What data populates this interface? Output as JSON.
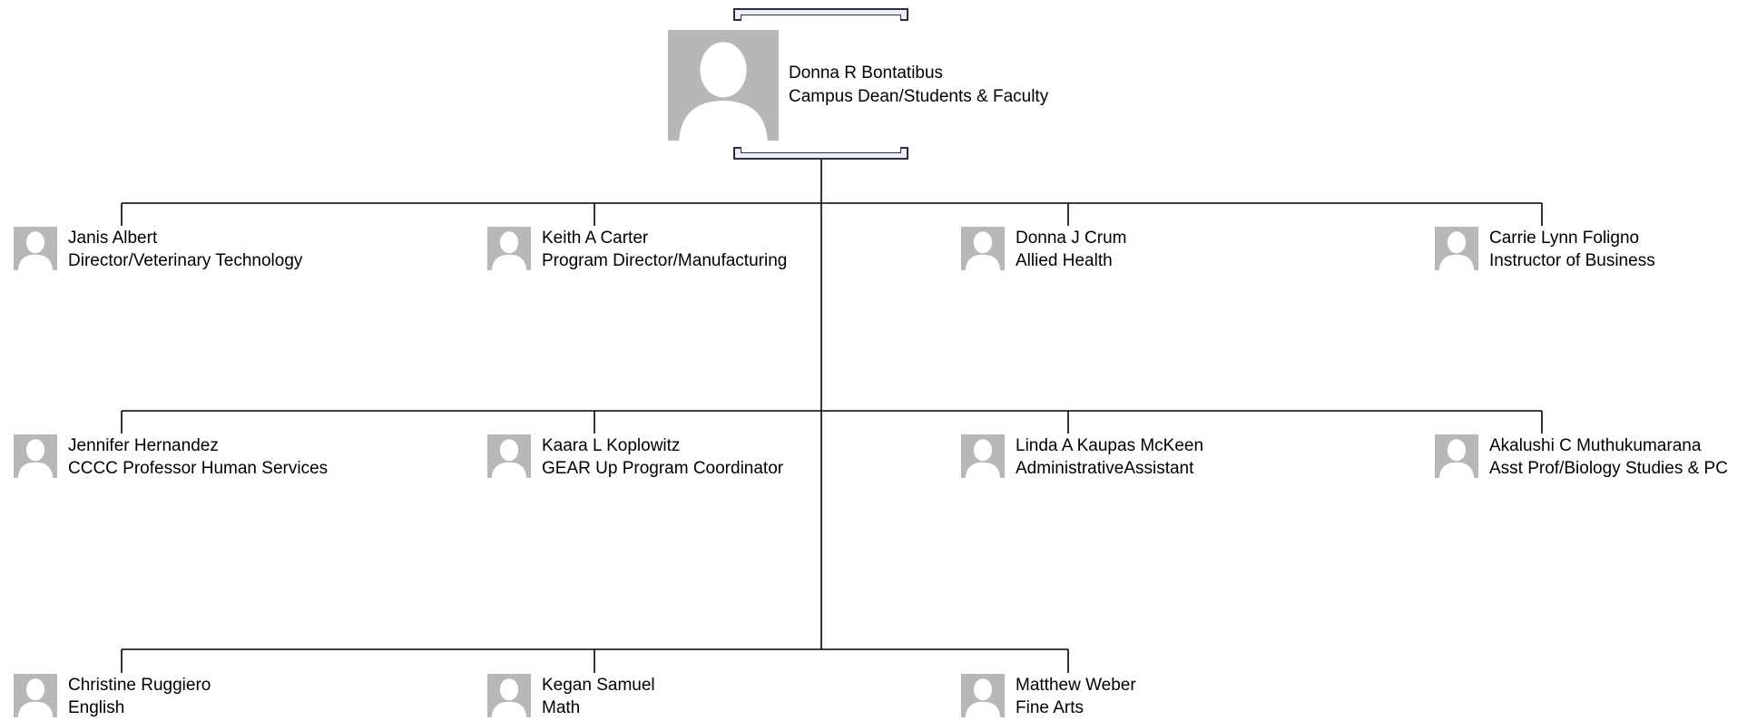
{
  "root": {
    "name": "Donna R Bontatibus",
    "title": "Campus Dean/Students & Faculty"
  },
  "reports": [
    {
      "name": "Janis Albert",
      "title": "Director/Veterinary Technology"
    },
    {
      "name": "Keith A Carter",
      "title": "Program Director/Manufacturing"
    },
    {
      "name": "Donna J Crum",
      "title": "Allied Health"
    },
    {
      "name": "Carrie Lynn Foligno",
      "title": "Instructor of Business"
    },
    {
      "name": "Jennifer Hernandez",
      "title": "CCCC Professor Human Services"
    },
    {
      "name": "Kaara L Koplowitz",
      "title": "GEAR Up Program Coordinator"
    },
    {
      "name": "Linda A Kaupas McKeen",
      "title": "AdministrativeAssistant"
    },
    {
      "name": "Akalushi C Muthukumarana",
      "title": "Asst Prof/Biology Studies & PC"
    },
    {
      "name": "Christine Ruggiero",
      "title": "English"
    },
    {
      "name": "Kegan Samuel",
      "title": "Math"
    },
    {
      "name": "Matthew Weber",
      "title": "Fine Arts"
    }
  ],
  "icons": {
    "avatar": "person-silhouette-icon"
  },
  "colors": {
    "avatar_bg": "#b7b7b7",
    "avatar_fg": "#ffffff",
    "line": "#000000",
    "bracket_fill": "#eceff6"
  }
}
